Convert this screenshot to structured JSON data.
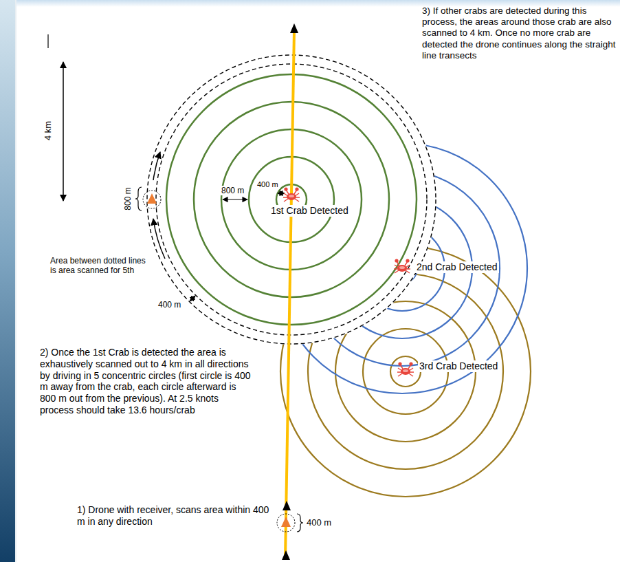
{
  "diagram": {
    "labels": [
      "3) If other crabs are detected during this process, the areas around those crab are also scanned to 4 km. Once no more crab are detected the drone continues along the straight line transects",
      "4 km",
      "800 m",
      "800 m",
      "400 m",
      "1st Crab Detected",
      "Area between dotted lines is area scanned for 5th",
      "2nd Crab Detected",
      "400 m",
      "3rd Crab Detected",
      "2) Once the 1st Crab is detected the area is exhaustively scanned out to 4 km in all directions by driving in 5 concentric circles (first circle is 400 m away from the crab, each circle afterward is 800 m out from the previous). At 2.5 knots process should take 13.6 hours/crab",
      "1) Drone with receiver, scans area within 400 m in any direction",
      "400 m"
    ]
  }
}
